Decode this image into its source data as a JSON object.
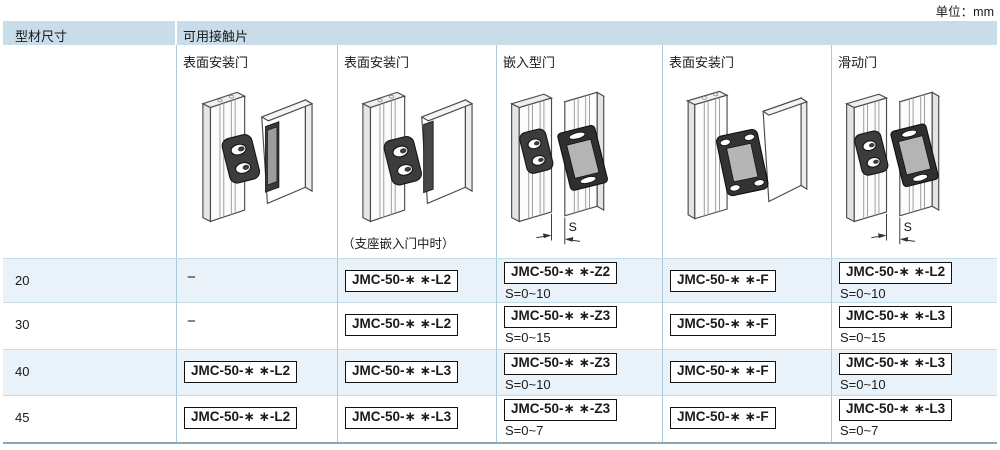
{
  "unit_label": "单位：mm",
  "table": {
    "col0_header": "型材尺寸",
    "group_header": "可用接触片",
    "s_label": "S",
    "columns": [
      {
        "label": "表面安装门"
      },
      {
        "label": "表面安装门",
        "note": "（支座嵌入门中时）"
      },
      {
        "label": "嵌入型门"
      },
      {
        "label": "表面安装门"
      },
      {
        "label": "滑动门"
      }
    ],
    "rows": [
      {
        "size": "20",
        "cells": [
          {
            "text": "−",
            "boxed": false
          },
          {
            "text": "JMC-50-∗ ∗-L2",
            "boxed": true
          },
          {
            "text": "JMC-50-∗ ∗-Z2",
            "boxed": true,
            "s": "S=0~10"
          },
          {
            "text": "JMC-50-∗ ∗-F",
            "boxed": true
          },
          {
            "text": "JMC-50-∗ ∗-L2",
            "boxed": true,
            "s": "S=0~10"
          }
        ]
      },
      {
        "size": "30",
        "cells": [
          {
            "text": "−",
            "boxed": false
          },
          {
            "text": "JMC-50-∗ ∗-L2",
            "boxed": true
          },
          {
            "text": "JMC-50-∗ ∗-Z3",
            "boxed": true,
            "s": "S=0~15"
          },
          {
            "text": "JMC-50-∗ ∗-F",
            "boxed": true
          },
          {
            "text": "JMC-50-∗ ∗-L3",
            "boxed": true,
            "s": "S=0~15"
          }
        ]
      },
      {
        "size": "40",
        "cells": [
          {
            "text": "JMC-50-∗ ∗-L2",
            "boxed": true
          },
          {
            "text": "JMC-50-∗ ∗-L3",
            "boxed": true
          },
          {
            "text": "JMC-50-∗ ∗-Z3",
            "boxed": true,
            "s": "S=0~10"
          },
          {
            "text": "JMC-50-∗ ∗-F",
            "boxed": true
          },
          {
            "text": "JMC-50-∗ ∗-L3",
            "boxed": true,
            "s": "S=0~10"
          }
        ]
      },
      {
        "size": "45",
        "cells": [
          {
            "text": "JMC-50-∗ ∗-L2",
            "boxed": true
          },
          {
            "text": "JMC-50-∗ ∗-L3",
            "boxed": true
          },
          {
            "text": "JMC-50-∗ ∗-Z3",
            "boxed": true,
            "s": "S=0~7"
          },
          {
            "text": "JMC-50-∗ ∗-F",
            "boxed": true
          },
          {
            "text": "JMC-50-∗ ∗-L3",
            "boxed": true,
            "s": "S=0~7"
          }
        ]
      }
    ]
  }
}
